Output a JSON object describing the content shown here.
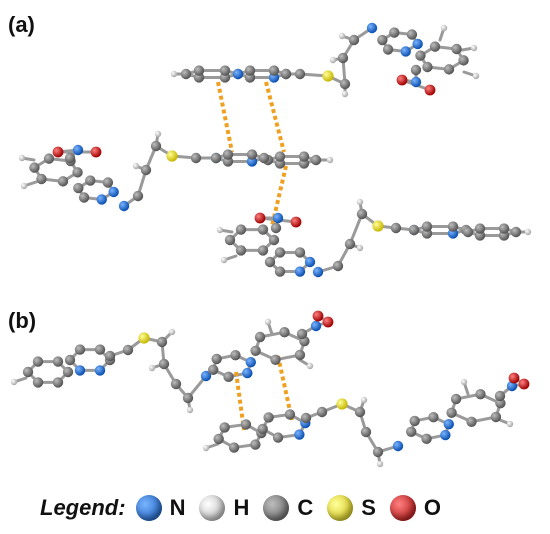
{
  "panels": [
    {
      "label": "(a)"
    },
    {
      "label": "(b)"
    }
  ],
  "legend": {
    "title": "Legend:",
    "items": [
      {
        "symbol": "N",
        "color": "#1a6fe0"
      },
      {
        "symbol": "H",
        "color": "#d8d8d8"
      },
      {
        "symbol": "C",
        "color": "#6b6b6b"
      },
      {
        "symbol": "S",
        "color": "#f2e600"
      },
      {
        "symbol": "O",
        "color": "#e01010"
      }
    ]
  },
  "colors": {
    "carbon": "#6b6b6b",
    "hydrogen": "#d8d8d8",
    "nitrogen": "#1a6fe0",
    "sulfur": "#f2e600",
    "oxygen": "#e01010",
    "contact": "#f0a020",
    "bond": "#9a9a9a"
  }
}
